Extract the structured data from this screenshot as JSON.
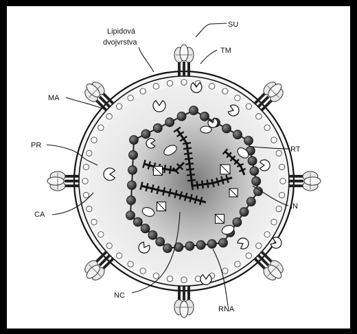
{
  "figure": {
    "labels": {
      "lipid_line1": "Lipidová",
      "lipid_line2": "dvojvrstva",
      "su": "SU",
      "tm": "TM",
      "ma": "MA",
      "pr": "PR",
      "ca": "CA",
      "rt": "RT",
      "in": "IN",
      "nc": "NC",
      "rna": "RNA"
    }
  }
}
